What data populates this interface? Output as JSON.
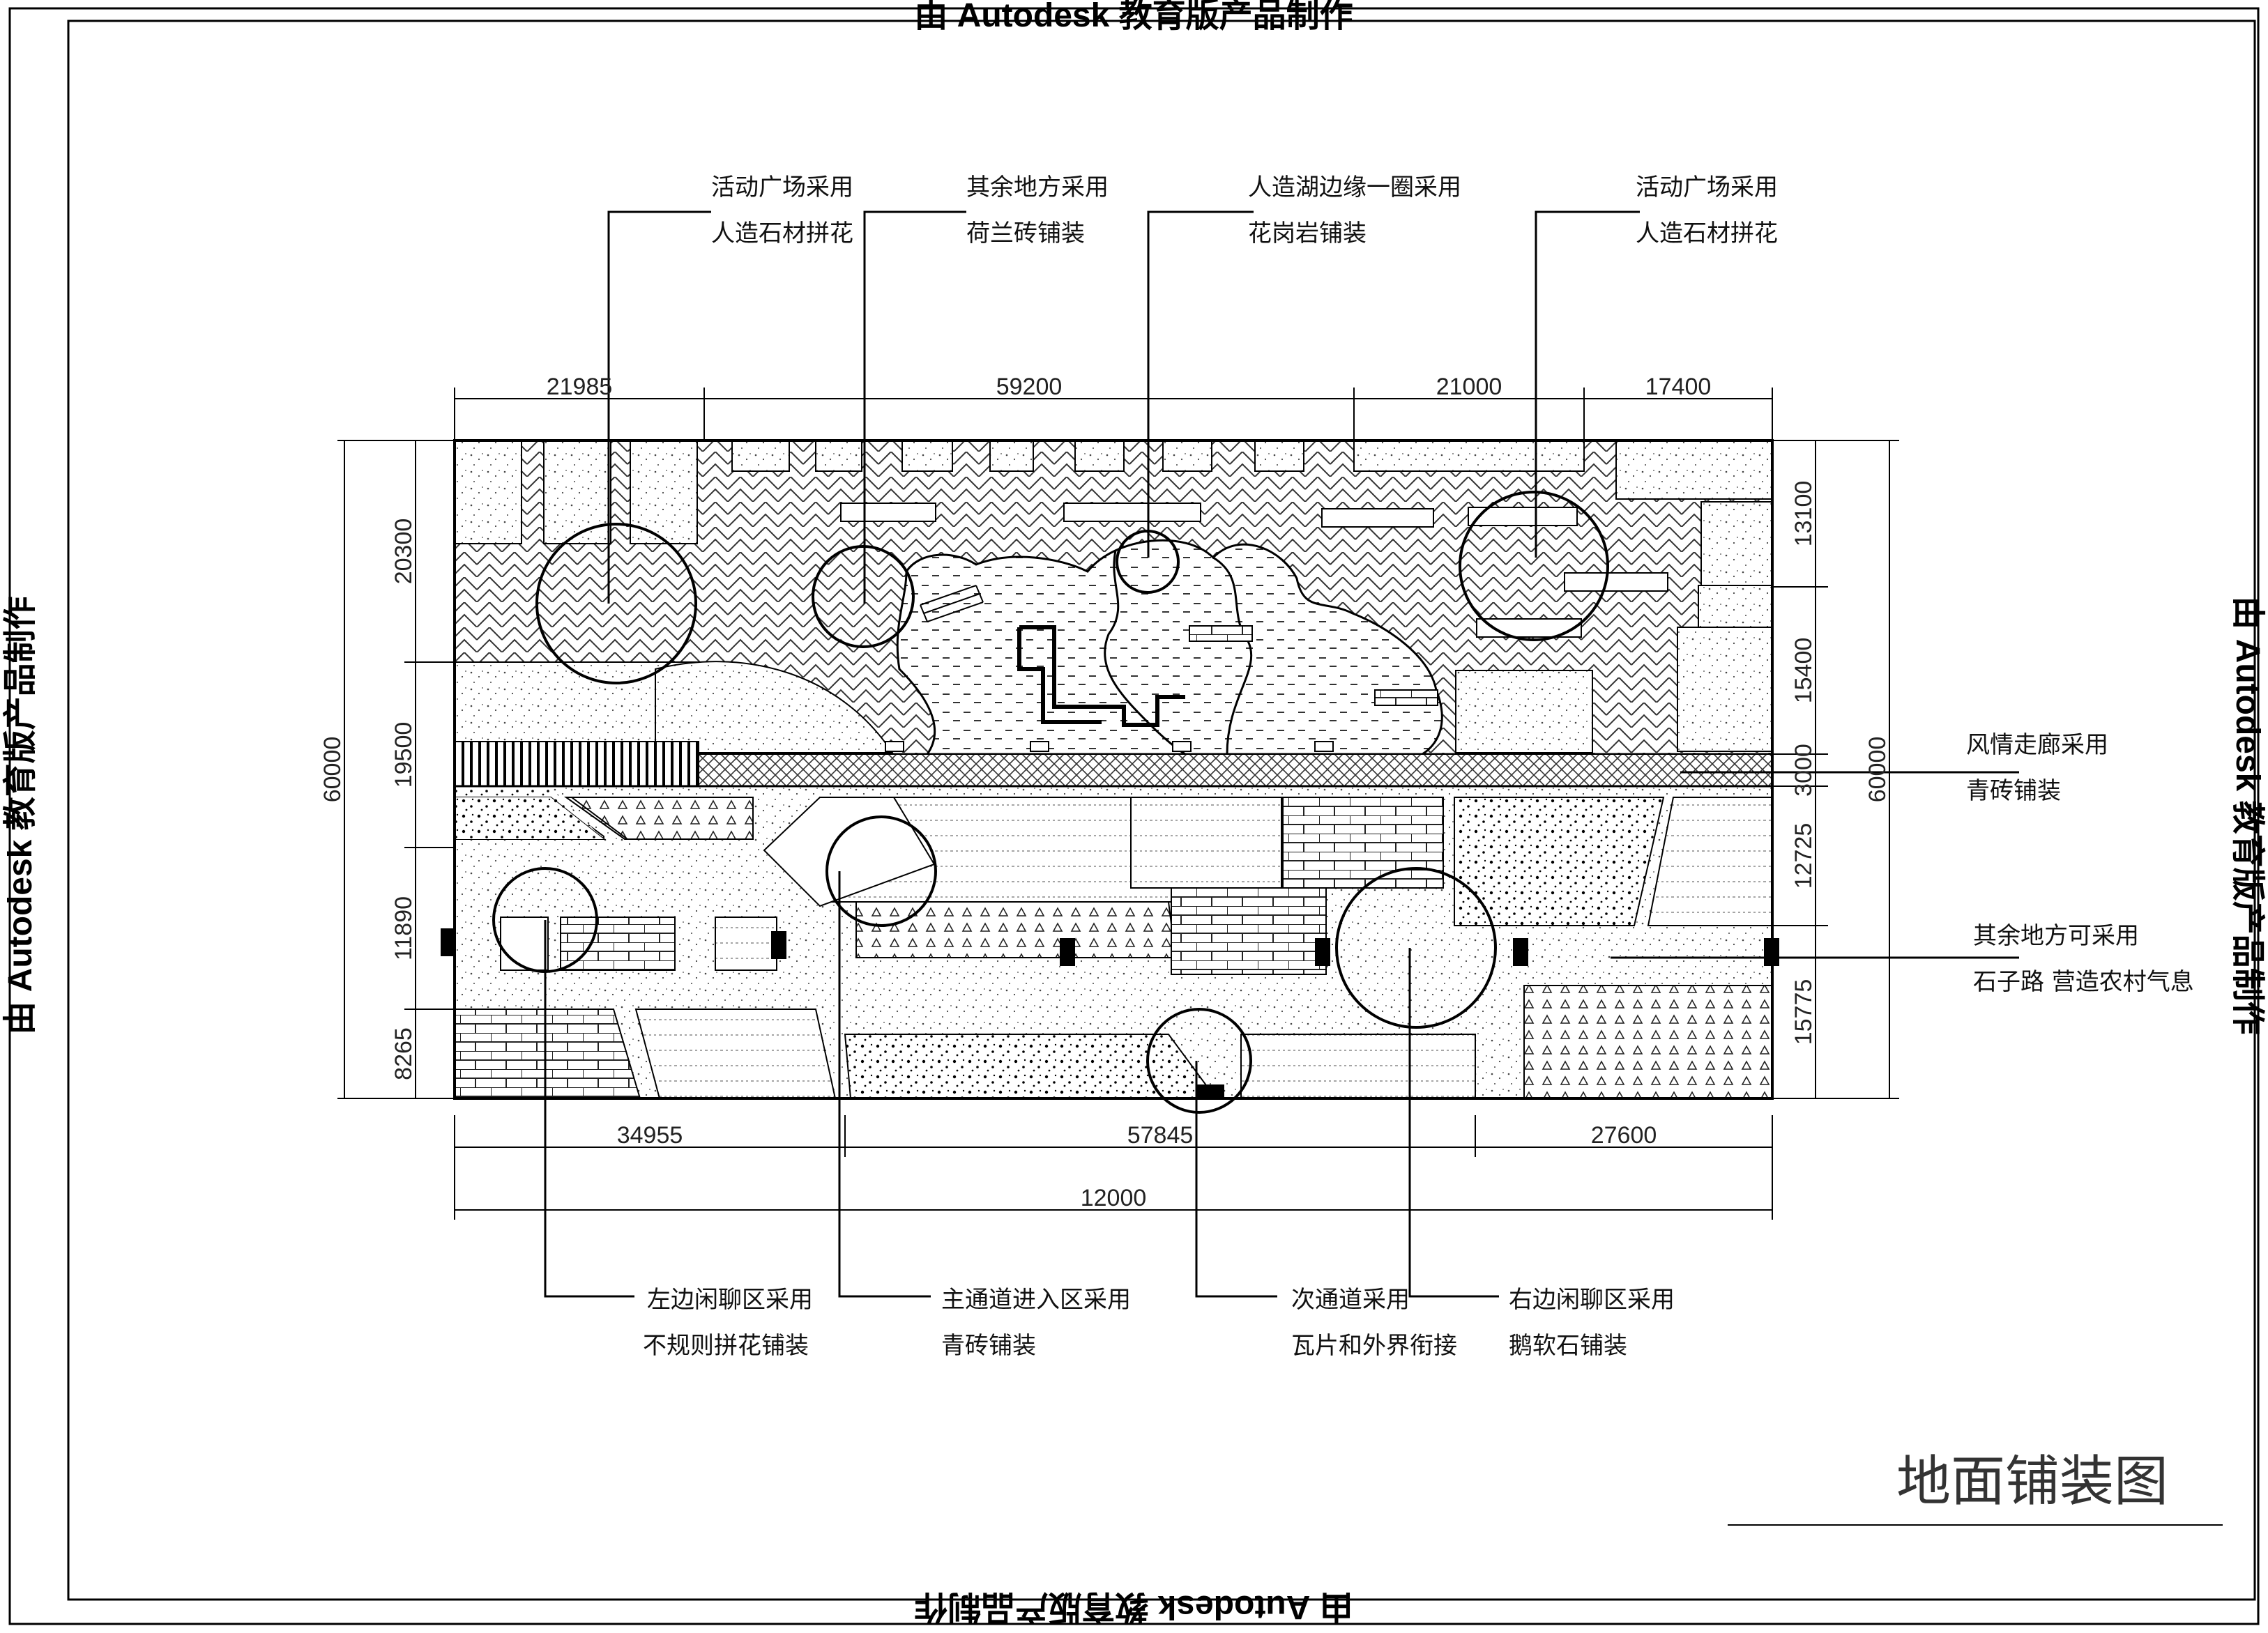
{
  "watermark": "由 Autodesk 教育版产品制作",
  "title": "地面铺装图",
  "top_annotations": [
    {
      "line1": "活动广场采用",
      "line2": "人造石材拼花"
    },
    {
      "line1": "其余地方采用",
      "line2": "荷兰砖铺装"
    },
    {
      "line1": "人造湖边缘一圈采用",
      "line2": "花岗岩铺装"
    },
    {
      "line1": "活动广场采用",
      "line2": "人造石材拼花"
    }
  ],
  "bottom_annotations": [
    {
      "line1": "左边闲聊区采用",
      "line2": "不规则拼花铺装"
    },
    {
      "line1": "主通道进入区采用",
      "line2": "青砖铺装"
    },
    {
      "line1": "次通道采用",
      "line2": "瓦片和外界衔接"
    },
    {
      "line1": "右边闲聊区采用",
      "line2": "鹅软石铺装"
    }
  ],
  "right_annotations": [
    {
      "line1": "风情走廊采用",
      "line2": "青砖铺装"
    },
    {
      "line1": "其余地方可采用",
      "line2": "石子路   营造农村气息"
    }
  ],
  "dimensions": {
    "top": [
      "21985",
      "59200",
      "21000",
      "17400"
    ],
    "bottom": [
      "34955",
      "57845",
      "27600"
    ],
    "bottom_total": "12000",
    "left": [
      "20300",
      "19500",
      "11890",
      "8265"
    ],
    "left_total": "60000",
    "right": [
      "13100",
      "15400",
      "3000",
      "12725",
      "15775"
    ],
    "right_total": "60000"
  }
}
